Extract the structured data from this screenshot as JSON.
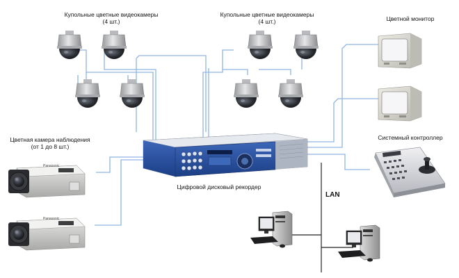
{
  "labels": {
    "dome_group_left": {
      "line1": "Купольные цветные видеокамеры",
      "line2": "(4 шт.)"
    },
    "dome_group_right": {
      "line1": "Купольные цветные видеокамеры",
      "line2": "(4 шт.)"
    },
    "color_monitor": "Цветной монитор",
    "system_controller": "Системный контроллер",
    "box_camera": {
      "line1": "Цветная камера наблюдения",
      "line2": "(от 1 до 8 шт.)"
    },
    "recorder": "Цифровой дисковый рекордер",
    "lan": "LAN"
  },
  "branding": {
    "camera_brand": "Panasonic"
  },
  "colors": {
    "cable": "#8fb4e3",
    "lan_line": "#222222",
    "recorder_blue": "#2b55a8",
    "recorder_body": "#c8ced8",
    "dome_body": "#c7c8ca",
    "dome_lens": "#2a2d33",
    "monitor_body": "#d9d8d0",
    "screen": "#f4f4f6"
  }
}
